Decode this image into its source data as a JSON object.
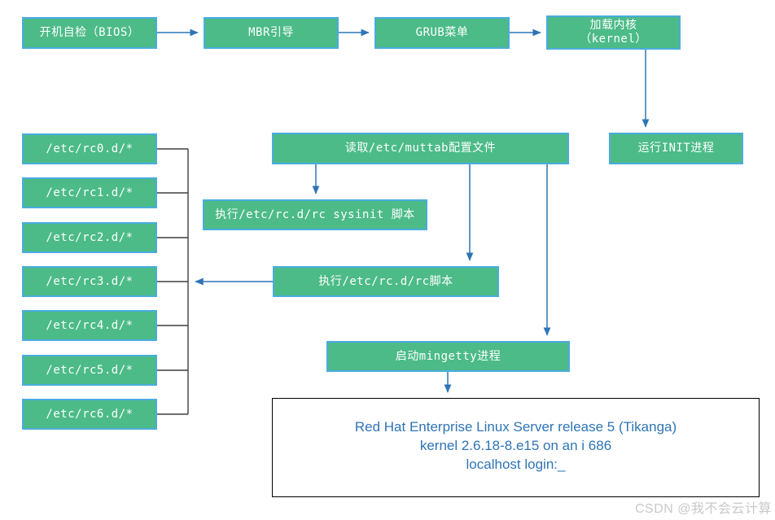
{
  "colors": {
    "box_fill": "#4cbb88",
    "box_border": "#4aacdf",
    "arrow_blue": "#2e75b6",
    "connector_black": "#3f3f3f",
    "terminal_text_blue": "#2e74b5",
    "watermark_gray": "#c9c9c9"
  },
  "flow": {
    "bios": "开机自检（BIOS）",
    "mbr": "MBR引导",
    "grub": "GRUB菜单",
    "kernel_line1": "加载内核",
    "kernel_line2": "（kernel）",
    "init": "运行INIT进程",
    "muttab": "读取/etc/muttab配置文件",
    "sysinit": "执行/etc/rc.d/rc sysinit 脚本",
    "rc_script": "执行/etc/rc.d/rc脚本",
    "mingetty": "启动mingetty进程"
  },
  "runlevels": [
    "/etc/rc0.d/*",
    "/etc/rc1.d/*",
    "/etc/rc2.d/*",
    "/etc/rc3.d/*",
    "/etc/rc4.d/*",
    "/etc/rc5.d/*",
    "/etc/rc6.d/*"
  ],
  "terminal": {
    "line1": "Red Hat Enterprise Linux Server release 5 (Tikanga)",
    "line2": "kernel 2.6.18-8.e15 on an i 686",
    "line3": "localhost login:_"
  },
  "watermark": "CSDN @我不会云计算"
}
